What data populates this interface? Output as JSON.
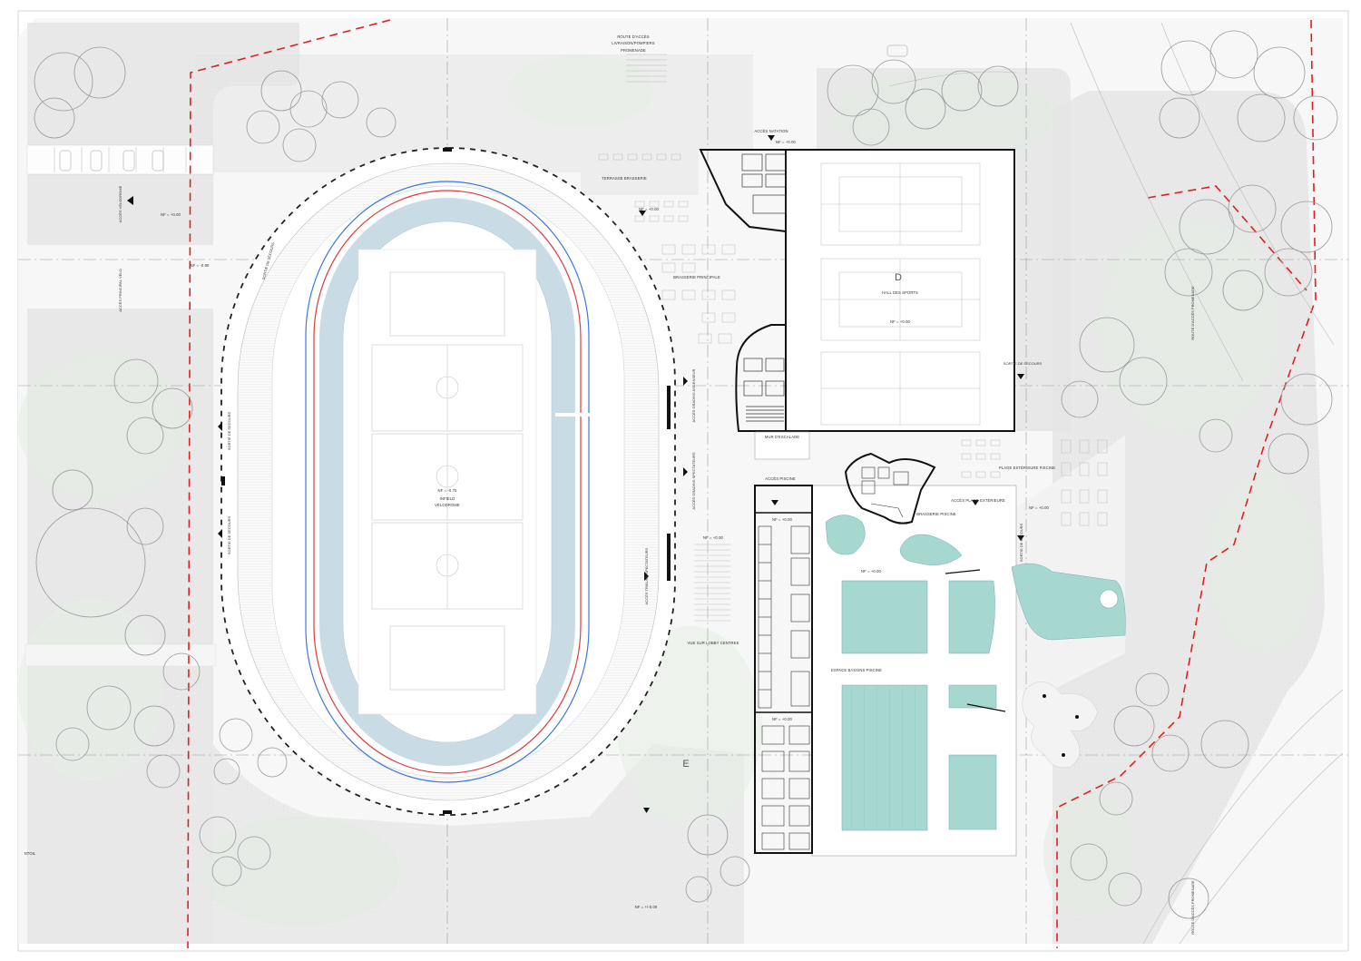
{
  "colors": {
    "site_boundary": "#e02020",
    "track_red": "#e03a3a",
    "track_blue": "#3a78e0",
    "velodrome_surface": "#c9dce6",
    "pool_water": "#a6d8cf",
    "landscape_grey": "#e9e9e9",
    "wall": "#111111"
  },
  "labels": {
    "route_acces": "ROUTE D'ACCÈS",
    "livraison": "LIVRAISON/POMPIERS",
    "promenade": "PROMENADE",
    "acces_natation": "ACCÈS NATATION",
    "nf_top": "NF = +0.00",
    "terrasse_brasserie": "TERRASSE BRASSERIE",
    "nf_terrace": "NF = +0.00",
    "brasserie_principale": "BRASSERIE PRINCIPALE",
    "letter_d": "D",
    "hall_sports": "HALL DES SPORTS",
    "nf_hall": "NF = +0.00",
    "sortie_secours": "SORTIE DE SECOURS",
    "mur_escalade": "MUR D'ESCALADE",
    "acces_piscine": "ACCÈS PISCINE",
    "plage_exterieure": "PLAGE EXTÉRIEURE PISCINE",
    "acces_plage": "ACCÈS PLAGE EXTÉRIEURE",
    "brasserie_piscine": "BRASSERIE PISCINE",
    "nf_pool_entry": "NF = +0.00",
    "nf_pool_outdoor": "NF = +0.00",
    "nf_pool_basin": "NF = +0.00",
    "espace_bassins": "ESPACE BASSINS PISCINE",
    "nf_pool_lower": "NF = +0.00",
    "nf_infield": "NF = -0.75",
    "infield": "INFIELD",
    "velodrome": "VÉLODROME",
    "nf_concourse": "NF = +0.00",
    "vue_lobby": "VUE SUR LOBBY CENTREE",
    "letter_e": "E",
    "nf_bottom": "NF = +/-0.00",
    "nf_left_top": "NF = +0.00",
    "nf_left_mid": "NF = -0.90",
    "acces_velodrome": "ACCÈS VÉLODROME",
    "acces_velo": "ACCÈS PRINCIPAL VÉLO",
    "sortie_secours_v1": "SORTIE DE SECOURS",
    "sortie_secours_v2": "SORTIE DE SECOURS",
    "sortie_secours_v3": "SORTIE DE SECOURS",
    "acces_gradins": "ACCÈS GRADINS ASCENSEUR",
    "acces_gradins2": "ACCÈS GRADINS SPECTATEURS",
    "acces_tribune": "ACCÈS TRIBUNE SPECTATEURS",
    "route_acces_right": "ROUTE D'ACCÈS PROMENADE",
    "route_acces_right2": "ROUTE D'ACCÈS PROMENADE",
    "sortie_piscine": "SORTIE DE SECOURS",
    "left_edge": "NTOIL"
  }
}
